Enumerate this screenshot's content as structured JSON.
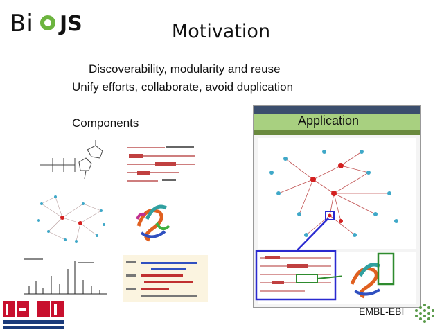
{
  "logo": {
    "left": "Bi",
    "right": "JS"
  },
  "title": "Motivation",
  "lines": {
    "line1": "Discoverability, modularity and reuse",
    "line2": "Unify efforts, collaborate, avoid duplication",
    "line3": "Components"
  },
  "application_label": "Application",
  "footer": {
    "embl": "EMBL-EBI"
  },
  "colors": {
    "green": "#6cb43f",
    "blue": "#2a2ad0",
    "dark_green": "#2e8b2e",
    "red": "#d42020"
  }
}
